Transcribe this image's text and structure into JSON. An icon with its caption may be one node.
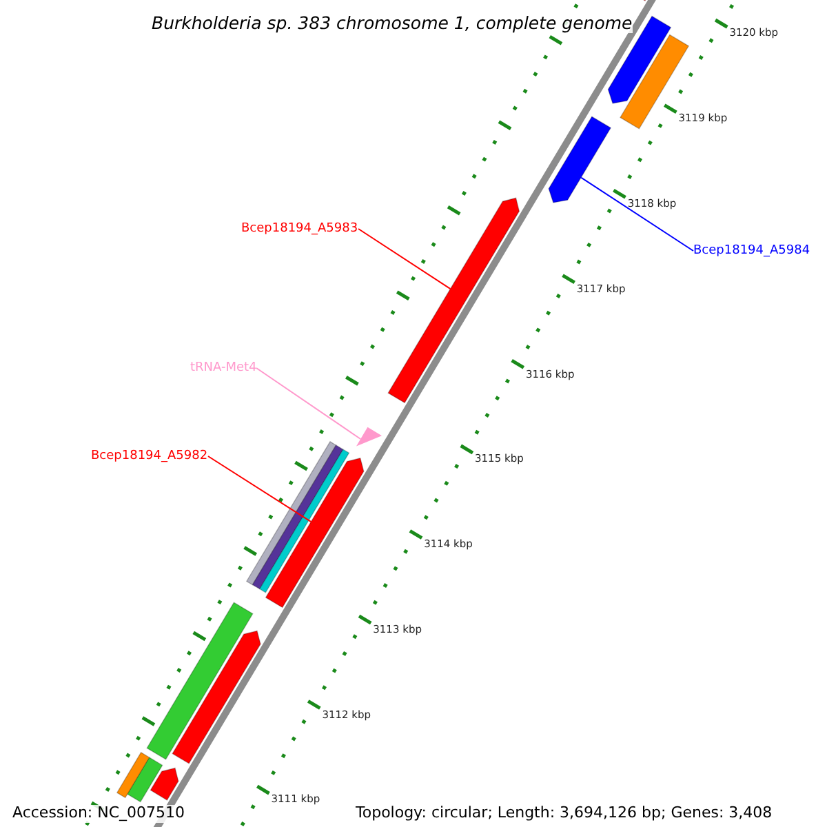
{
  "diagram": {
    "title": "Burkholderia sp. 383 chromosome 1, complete genome",
    "nodes": [
      {
        "text": [
          "Bcep18194_A5983"
        ]
      },
      {
        "text": [],
        "shape": "bar"
      },
      {
        "text": [
          "Bcep18194_A5984"
        ]
      },
      {
        "text": [],
        "shape": "bar"
      },
      {
        "text": [
          "tRNA-Met4"
        ]
      },
      {
        "text": [],
        "shape": "triangle"
      },
      {
        "text": [
          "Bcep18194_A5982"
        ]
      },
      {
        "text": [],
        "shape": "bar"
      },
      {
        "text": [],
        "shape": "bar"
      },
      {
        "text": [],
        "shape": "bar"
      },
      {
        "text": [],
        "shape": "bar"
      },
      {
        "text": [],
        "shape": "bar"
      },
      {
        "text": [],
        "shape": "bar"
      },
      {
        "text": [],
        "shape": "bar"
      },
      {
        "text": [],
        "shape": "bar"
      },
      {
        "text": [],
        "shape": "bar"
      },
      {
        "text": [],
        "shape": "bar"
      },
      {
        "text": [],
        "shape": "bar"
      },
      {
        "text": [],
        "shape": "bar"
      }
    ],
    "edges": [
      {
        "from": 0,
        "to": 1,
        "arrow": "none"
      },
      {
        "from": 2,
        "to": 3,
        "arrow": "none",
        "color": "#0000ff"
      },
      {
        "from": 4,
        "to": 5,
        "arrow": "none",
        "color": "#ff99cc"
      },
      {
        "from": 6,
        "to": 7,
        "arrow": "none"
      }
    ],
    "labels": [
      "3120 kbp",
      "3119 kbp",
      "3118 kbp",
      "3117 kbp",
      "3116 kbp",
      "3115 kbp",
      "3114 kbp",
      "3113 kbp",
      "3112 kbp",
      "3111 kbp",
      "Accession: NC_007510",
      "Topology: circular; Length: 3,694,126 bp; Genes: 3,408"
    ]
  }
}
